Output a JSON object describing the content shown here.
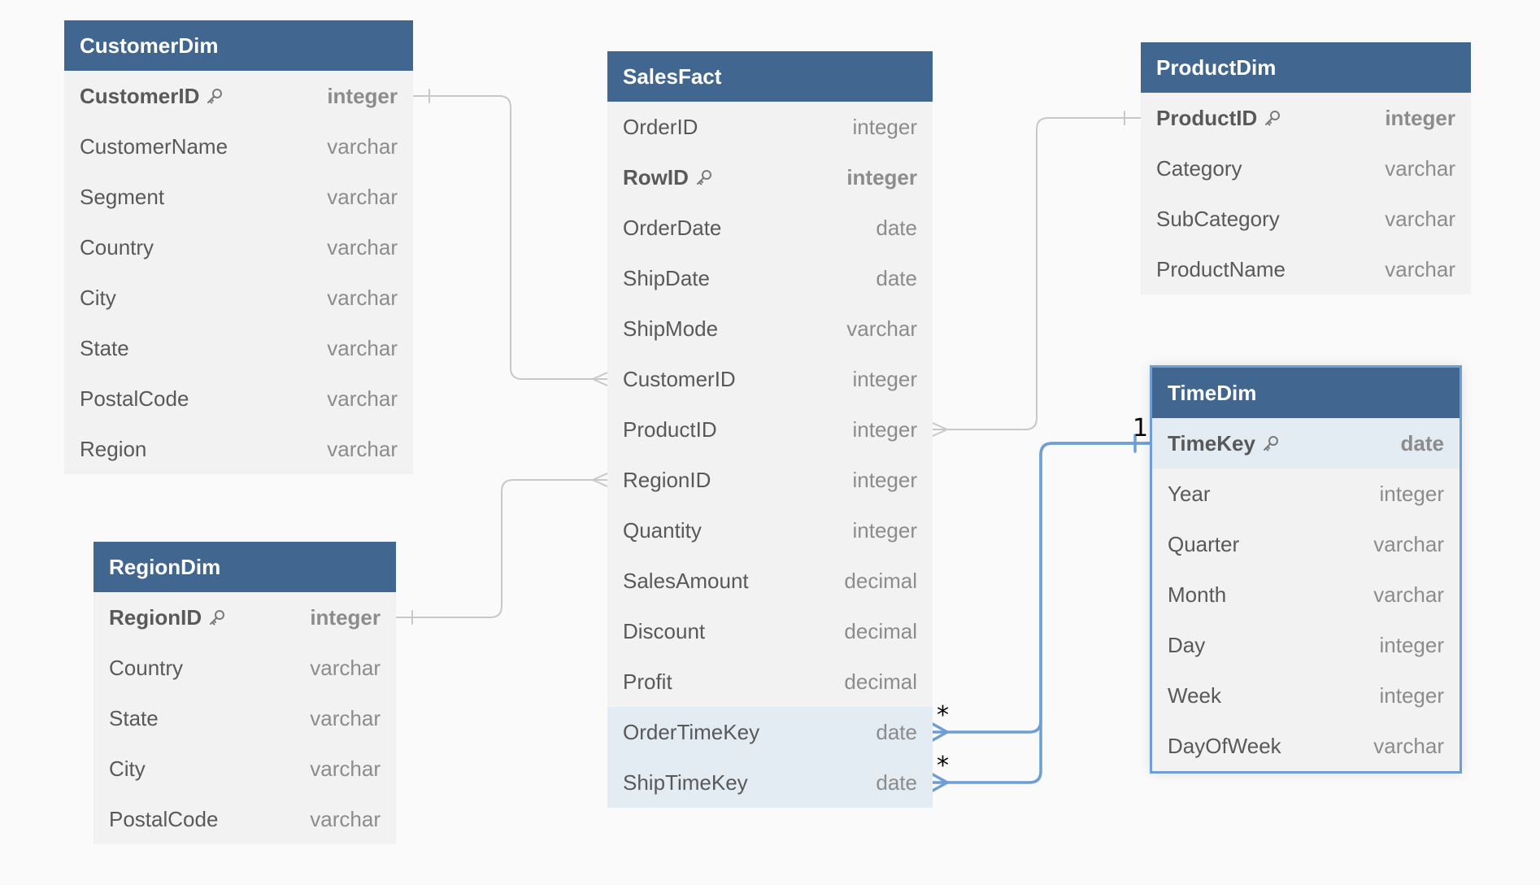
{
  "entities": {
    "customer_dim": {
      "title": "CustomerDim",
      "columns": [
        {
          "name": "CustomerID",
          "type": "integer",
          "pk": true
        },
        {
          "name": "CustomerName",
          "type": "varchar"
        },
        {
          "name": "Segment",
          "type": "varchar"
        },
        {
          "name": "Country",
          "type": "varchar"
        },
        {
          "name": "City",
          "type": "varchar"
        },
        {
          "name": "State",
          "type": "varchar"
        },
        {
          "name": "PostalCode",
          "type": "varchar"
        },
        {
          "name": "Region",
          "type": "varchar"
        }
      ]
    },
    "sales_fact": {
      "title": "SalesFact",
      "columns": [
        {
          "name": "OrderID",
          "type": "integer"
        },
        {
          "name": "RowID",
          "type": "integer",
          "pk": true
        },
        {
          "name": "OrderDate",
          "type": "date"
        },
        {
          "name": "ShipDate",
          "type": "date"
        },
        {
          "name": "ShipMode",
          "type": "varchar"
        },
        {
          "name": "CustomerID",
          "type": "integer"
        },
        {
          "name": "ProductID",
          "type": "integer"
        },
        {
          "name": "RegionID",
          "type": "integer"
        },
        {
          "name": "Quantity",
          "type": "integer"
        },
        {
          "name": "SalesAmount",
          "type": "decimal"
        },
        {
          "name": "Discount",
          "type": "decimal"
        },
        {
          "name": "Profit",
          "type": "decimal"
        },
        {
          "name": "OrderTimeKey",
          "type": "date",
          "highlight": true
        },
        {
          "name": "ShipTimeKey",
          "type": "date",
          "highlight": true
        }
      ]
    },
    "product_dim": {
      "title": "ProductDim",
      "columns": [
        {
          "name": "ProductID",
          "type": "integer",
          "pk": true
        },
        {
          "name": "Category",
          "type": "varchar"
        },
        {
          "name": "SubCategory",
          "type": "varchar"
        },
        {
          "name": "ProductName",
          "type": "varchar"
        }
      ]
    },
    "time_dim": {
      "title": "TimeDim",
      "selected": true,
      "columns": [
        {
          "name": "TimeKey",
          "type": "date",
          "pk": true,
          "highlight": true
        },
        {
          "name": "Year",
          "type": "integer"
        },
        {
          "name": "Quarter",
          "type": "varchar"
        },
        {
          "name": "Month",
          "type": "varchar"
        },
        {
          "name": "Day",
          "type": "integer"
        },
        {
          "name": "Week",
          "type": "integer"
        },
        {
          "name": "DayOfWeek",
          "type": "varchar"
        }
      ]
    },
    "region_dim": {
      "title": "RegionDim",
      "columns": [
        {
          "name": "RegionID",
          "type": "integer",
          "pk": true
        },
        {
          "name": "Country",
          "type": "varchar"
        },
        {
          "name": "State",
          "type": "varchar"
        },
        {
          "name": "City",
          "type": "varchar"
        },
        {
          "name": "PostalCode",
          "type": "varchar"
        }
      ]
    }
  },
  "relationships": [
    {
      "from": "customer_dim.CustomerID",
      "to": "sales_fact.CustomerID",
      "highlight": false
    },
    {
      "from": "product_dim.ProductID",
      "to": "sales_fact.ProductID",
      "highlight": false
    },
    {
      "from": "region_dim.RegionID",
      "to": "sales_fact.RegionID",
      "highlight": false
    },
    {
      "from": "time_dim.TimeKey",
      "to": "sales_fact.OrderTimeKey",
      "highlight": true,
      "one_label": "1",
      "many_label": "*"
    },
    {
      "from": "time_dim.TimeKey",
      "to": "sales_fact.ShipTimeKey",
      "highlight": true,
      "many_label": "*"
    }
  ],
  "colors": {
    "header": "#416790",
    "body": "#f2f2f2",
    "highlight_row": "#e3ebf3",
    "selected_border": "#6f9ed4",
    "line": "#c8c8c8",
    "line_highlight": "#6f9ed4"
  },
  "icons": {
    "primary_key": "key-icon"
  }
}
